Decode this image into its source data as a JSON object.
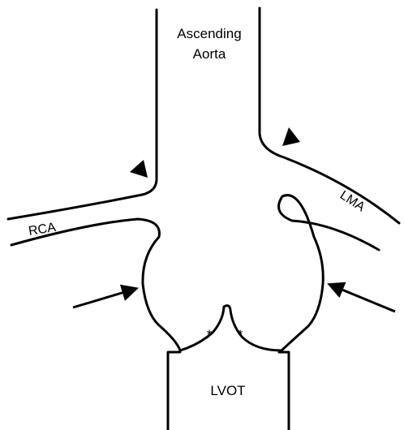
{
  "labels": {
    "aorta_line1": "Ascending",
    "aorta_line2": "Aorta",
    "rca": "RCA",
    "lma": "LMA",
    "lvot": "LVOT",
    "asterisk_left": "*",
    "asterisk_right": "*"
  },
  "colors": {
    "stroke": "#000000",
    "background": "#ffffff"
  },
  "markers": {
    "arrowheads": [
      "triangle-left-wall",
      "triangle-right-wall"
    ],
    "arrows": [
      "arrow-left-sinus",
      "arrow-right-sinus"
    ]
  }
}
